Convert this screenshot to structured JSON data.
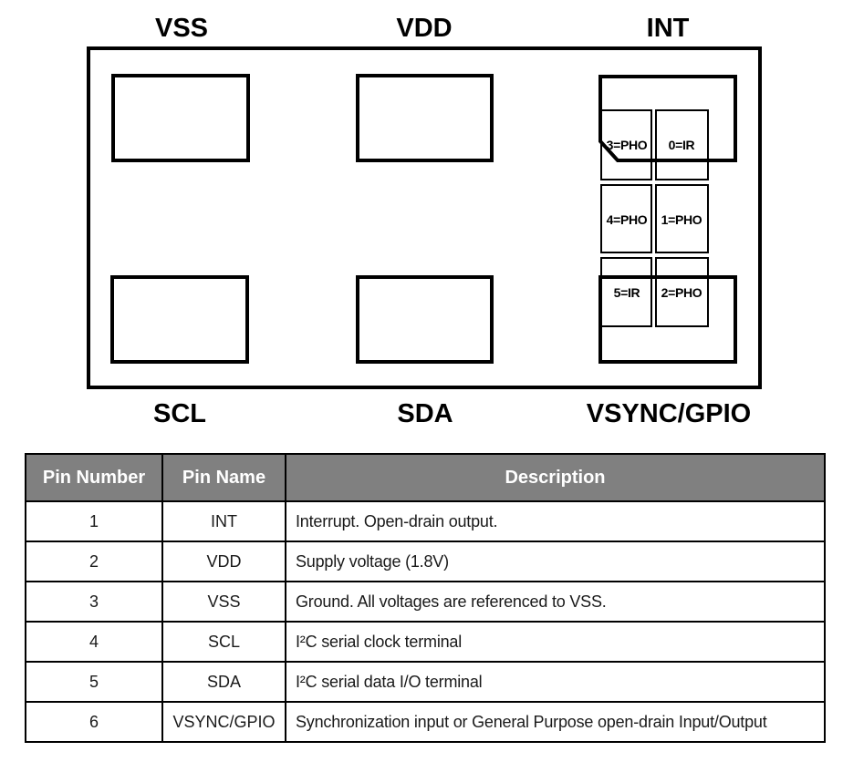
{
  "diagram": {
    "pad_labels_top": [
      "VSS",
      "VDD",
      "INT"
    ],
    "pad_labels_bottom": [
      "SCL",
      "SDA",
      "VSYNC/GPIO"
    ],
    "sensor_cells": [
      "3=PHO",
      "0=IR",
      "4=PHO",
      "1=PHO",
      "5=IR",
      "2=PHO"
    ]
  },
  "table": {
    "headers": [
      "Pin Number",
      "Pin Name",
      "Description"
    ],
    "rows": [
      {
        "number": "1",
        "name": "INT",
        "description": "Interrupt. Open-drain output."
      },
      {
        "number": "2",
        "name": "VDD",
        "description": "Supply voltage (1.8V)"
      },
      {
        "number": "3",
        "name": "VSS",
        "description": "Ground. All voltages are referenced to VSS."
      },
      {
        "number": "4",
        "name": "SCL",
        "description": "I²C serial clock terminal"
      },
      {
        "number": "5",
        "name": "SDA",
        "description": "I²C serial data I/O terminal"
      },
      {
        "number": "6",
        "name": "VSYNC/GPIO",
        "description": "Synchronization input or General Purpose open-drain Input/Output"
      }
    ]
  },
  "colors": {
    "line": "#000000",
    "header_bg": "#808080",
    "header_text": "#ffffff",
    "background": "#ffffff"
  }
}
